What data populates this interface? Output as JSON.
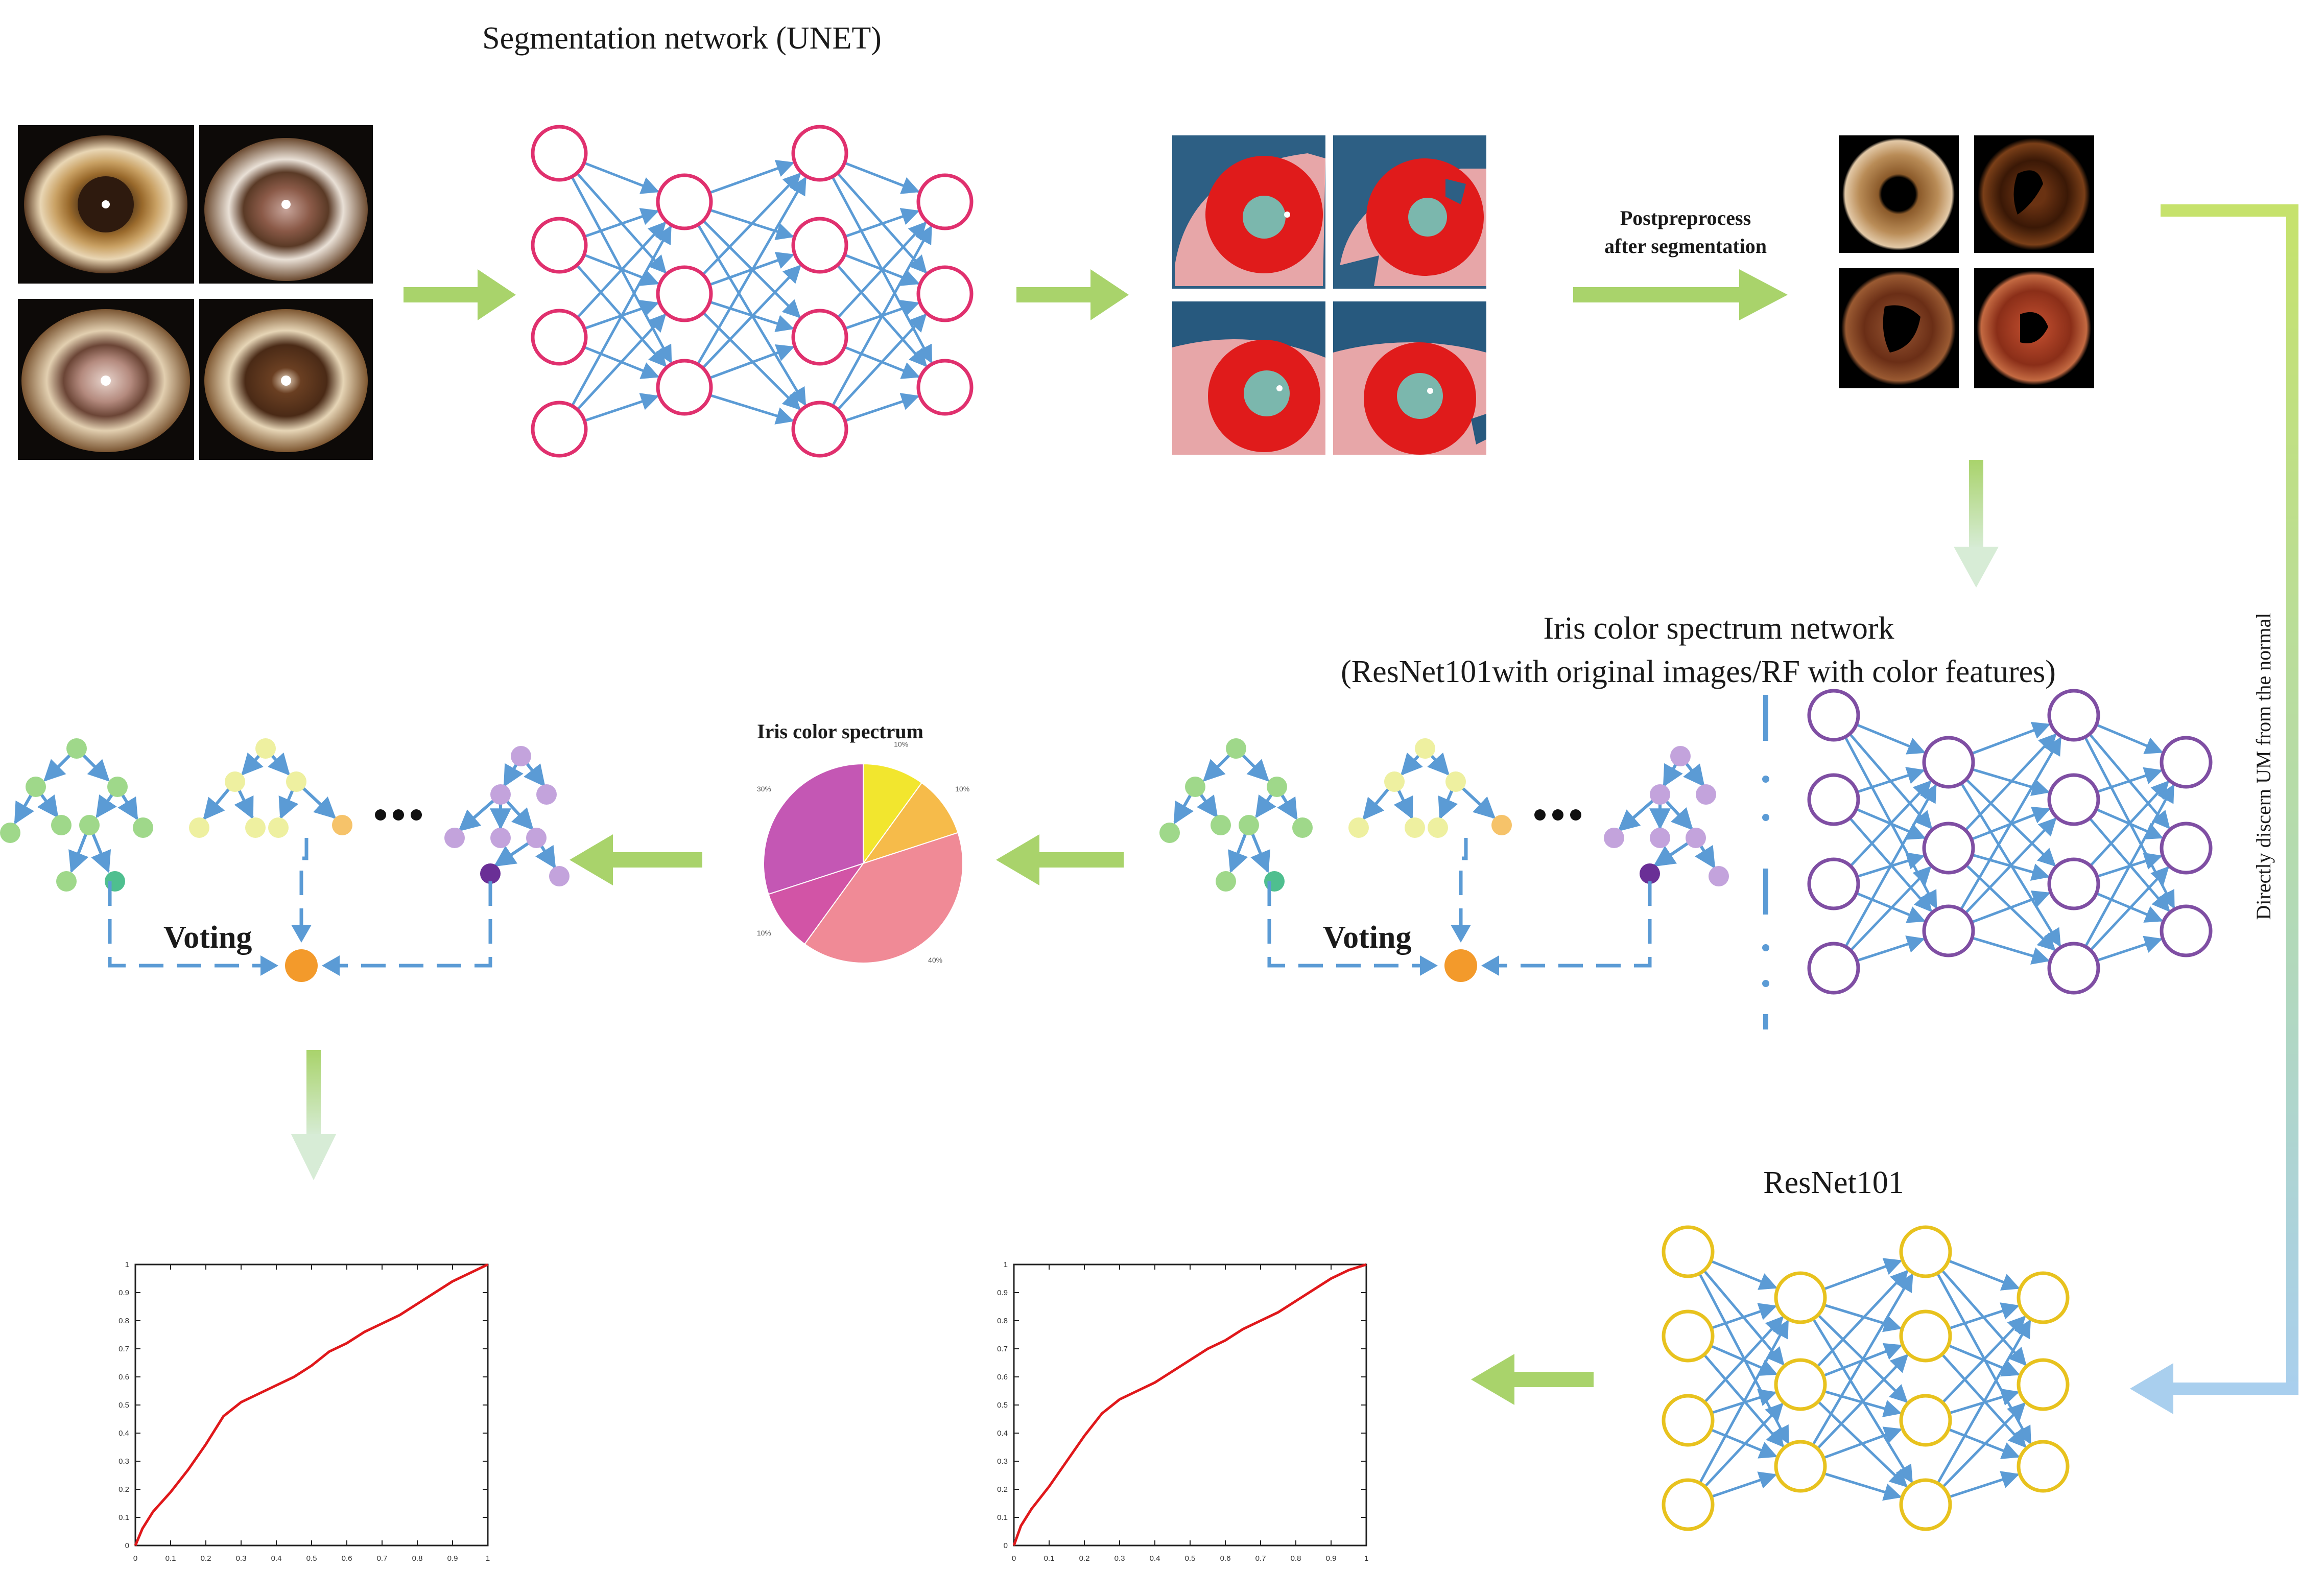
{
  "titles": {
    "unet": "Segmentation network (UNET)",
    "postprocess_line1": "Postpreprocess",
    "postprocess_line2": "after segmentation",
    "iris_network_line1": "Iris color spectrum network",
    "iris_network_line2": "(ResNet101with original images/RF with color features)",
    "iris_spectrum": "Iris color spectrum",
    "resnet": "ResNet101",
    "direct": "Directly discern UM from the normal",
    "voting": "Voting"
  },
  "colors": {
    "arrow_green": "#a9d36b",
    "arrow_fade": "#d7ecc0",
    "edge_blue": "#5b9bd5",
    "unet_node": "#e0306e",
    "iris_node": "#7f4ea3",
    "resnet_node": "#e8c21e",
    "vote_dot": "#f39a2b",
    "roc_red": "#e0181b",
    "tree_green": "#9fd88a",
    "tree_yellow": "#eef0a0",
    "tree_purple": "#c3a3dc",
    "leaf_teal": "#4fbf8f",
    "leaf_purple": "#6a2f96"
  },
  "chart_data": [
    {
      "type": "pie",
      "title": "Iris color spectrum",
      "labels": [
        "10%",
        "10%",
        "40%",
        "10%",
        "30%"
      ],
      "values": [
        10,
        10,
        40,
        10,
        30
      ],
      "colors": [
        "#f2e62e",
        "#f6bb4a",
        "#f08a96",
        "#d254a6",
        "#c457b4"
      ]
    },
    {
      "type": "line",
      "x_ticks": [
        "0",
        "0.1",
        "0.2",
        "0.3",
        "0.4",
        "0.5",
        "0.6",
        "0.7",
        "0.8",
        "0.9",
        "1"
      ],
      "y_ticks": [
        "0",
        "0.1",
        "0.2",
        "0.3",
        "0.4",
        "0.5",
        "0.6",
        "0.7",
        "0.8",
        "0.9",
        "1"
      ],
      "xlim": [
        0,
        1
      ],
      "ylim": [
        0,
        1
      ],
      "series": [
        {
          "x": [
            0,
            0.02,
            0.05,
            0.1,
            0.15,
            0.2,
            0.25,
            0.3,
            0.35,
            0.4,
            0.45,
            0.5,
            0.55,
            0.6,
            0.65,
            0.7,
            0.75,
            0.8,
            0.85,
            0.9,
            0.95,
            1.0
          ],
          "y": [
            0,
            0.06,
            0.12,
            0.19,
            0.27,
            0.36,
            0.46,
            0.51,
            0.54,
            0.57,
            0.6,
            0.64,
            0.69,
            0.72,
            0.76,
            0.79,
            0.82,
            0.86,
            0.9,
            0.94,
            0.97,
            1.0
          ]
        }
      ]
    },
    {
      "type": "line",
      "x_ticks": [
        "0",
        "0.1",
        "0.2",
        "0.3",
        "0.4",
        "0.5",
        "0.6",
        "0.7",
        "0.8",
        "0.9",
        "1"
      ],
      "y_ticks": [
        "0",
        "0.1",
        "0.2",
        "0.3",
        "0.4",
        "0.5",
        "0.6",
        "0.7",
        "0.8",
        "0.9",
        "1"
      ],
      "xlim": [
        0,
        1
      ],
      "ylim": [
        0,
        1
      ],
      "series": [
        {
          "x": [
            0,
            0.02,
            0.05,
            0.1,
            0.15,
            0.2,
            0.25,
            0.3,
            0.35,
            0.4,
            0.45,
            0.5,
            0.55,
            0.6,
            0.65,
            0.7,
            0.75,
            0.8,
            0.85,
            0.9,
            0.95,
            1.0
          ],
          "y": [
            0,
            0.07,
            0.13,
            0.21,
            0.3,
            0.39,
            0.47,
            0.52,
            0.55,
            0.58,
            0.62,
            0.66,
            0.7,
            0.73,
            0.77,
            0.8,
            0.83,
            0.87,
            0.91,
            0.95,
            0.98,
            1.0
          ]
        }
      ]
    }
  ]
}
